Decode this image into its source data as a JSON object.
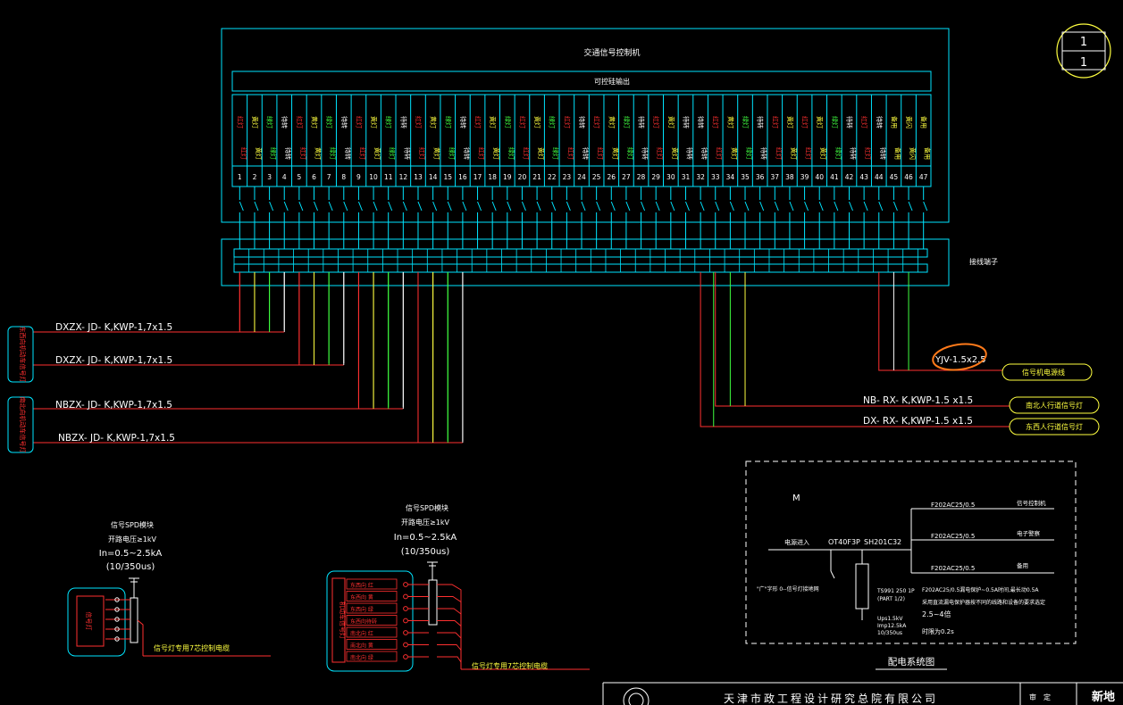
{
  "controller": {
    "title": "交通信号控制机",
    "output_label": "可控硅输出",
    "terminal_label": "接线端子",
    "channels": [
      {
        "num": "1",
        "label": "红灯",
        "color": "#ff3030"
      },
      {
        "num": "2",
        "label": "黄灯",
        "color": "#ffff40"
      },
      {
        "num": "3",
        "label": "绿灯",
        "color": "#40ff40"
      },
      {
        "num": "4",
        "label": "待转",
        "color": "#ffffff"
      },
      {
        "num": "5",
        "label": "红灯",
        "color": "#ff3030"
      },
      {
        "num": "6",
        "label": "黄灯",
        "color": "#ffff40"
      },
      {
        "num": "7",
        "label": "绿灯",
        "color": "#40ff40"
      },
      {
        "num": "8",
        "label": "待转",
        "color": "#ffffff"
      },
      {
        "num": "9",
        "label": "红灯",
        "color": "#ff3030"
      },
      {
        "num": "10",
        "label": "黄灯",
        "color": "#ffff40"
      },
      {
        "num": "11",
        "label": "绿灯",
        "color": "#40ff40"
      },
      {
        "num": "12",
        "label": "待转",
        "color": "#ffffff"
      },
      {
        "num": "13",
        "label": "红灯",
        "color": "#ff3030"
      },
      {
        "num": "14",
        "label": "黄灯",
        "color": "#ffff40"
      },
      {
        "num": "15",
        "label": "绿灯",
        "color": "#40ff40"
      },
      {
        "num": "16",
        "label": "待转",
        "color": "#ffffff"
      },
      {
        "num": "17",
        "label": "红灯",
        "color": "#ff3030"
      },
      {
        "num": "18",
        "label": "黄灯",
        "color": "#ffff40"
      },
      {
        "num": "19",
        "label": "绿灯",
        "color": "#40ff40"
      },
      {
        "num": "20",
        "label": "红灯",
        "color": "#ff3030"
      },
      {
        "num": "21",
        "label": "黄灯",
        "color": "#ffff40"
      },
      {
        "num": "22",
        "label": "绿灯",
        "color": "#40ff40"
      },
      {
        "num": "23",
        "label": "红灯",
        "color": "#ff3030"
      },
      {
        "num": "24",
        "label": "待转",
        "color": "#ffffff"
      },
      {
        "num": "25",
        "label": "红灯",
        "color": "#ff3030"
      },
      {
        "num": "26",
        "label": "黄灯",
        "color": "#ffff40"
      },
      {
        "num": "27",
        "label": "绿灯",
        "color": "#40ff40"
      },
      {
        "num": "28",
        "label": "待转",
        "color": "#ffffff"
      },
      {
        "num": "29",
        "label": "红灯",
        "color": "#ff3030"
      },
      {
        "num": "30",
        "label": "黄灯",
        "color": "#ffff40"
      },
      {
        "num": "31",
        "label": "待转",
        "color": "#ffffff"
      },
      {
        "num": "32",
        "label": "待转",
        "color": "#ffffff"
      },
      {
        "num": "33",
        "label": "红灯",
        "color": "#ff3030"
      },
      {
        "num": "34",
        "label": "黄灯",
        "color": "#ffff40"
      },
      {
        "num": "35",
        "label": "绿灯",
        "color": "#40ff40"
      },
      {
        "num": "36",
        "label": "待转",
        "color": "#ffffff"
      },
      {
        "num": "37",
        "label": "红灯",
        "color": "#ff3030"
      },
      {
        "num": "38",
        "label": "黄灯",
        "color": "#ffff40"
      },
      {
        "num": "39",
        "label": "红灯",
        "color": "#ff3030"
      },
      {
        "num": "40",
        "label": "黄灯",
        "color": "#ffff40"
      },
      {
        "num": "41",
        "label": "绿灯",
        "color": "#40ff40"
      },
      {
        "num": "42",
        "label": "待转",
        "color": "#ffffff"
      },
      {
        "num": "43",
        "label": "红灯",
        "color": "#ff3030"
      },
      {
        "num": "44",
        "label": "待转",
        "color": "#ffffff"
      },
      {
        "num": "45",
        "label": "备用",
        "color": "#ffff40"
      },
      {
        "num": "46",
        "label": "黄闪",
        "color": "#ffff40"
      },
      {
        "num": "47",
        "label": "备用",
        "color": "#ffff40"
      }
    ]
  },
  "cables_left": [
    {
      "label": "DXZX- JD- K,KWP-1,7x1.5"
    },
    {
      "label": "DXZX- JD- K,KWP-1,7x1.5"
    },
    {
      "label": "NBZX- JD- K,KWP-1,7x1.5"
    },
    {
      "label": "NBZX- JD- K,KWP-1,7x1.5"
    }
  ],
  "left_boxes": [
    {
      "label": "东西向机动车信号灯"
    },
    {
      "label": "南北向机动车信号灯"
    }
  ],
  "cables_right": [
    {
      "label": "YJV-1.5x2.5"
    },
    {
      "label": "NB- RX- K,KWP-1.5 x1.5"
    },
    {
      "label": "DX- RX- K,KWP-1.5 x1.5"
    }
  ],
  "right_pills": [
    {
      "label": "信号机电源线"
    },
    {
      "label": "南北人行道信号灯"
    },
    {
      "label": "东西人行道信号灯"
    }
  ],
  "sheet_circle": {
    "top": "1",
    "bottom": "1"
  },
  "spd_small": {
    "title": "信号SPD模块",
    "line1": "开路电压≥1kV",
    "line2": "In=0.5~2.5kA",
    "line3": "(10/350us)",
    "box_label": "信号灯",
    "cable": "信号灯专用7芯控制电缆"
  },
  "spd_large": {
    "title": "信号SPD模块",
    "line1": "开路电压≥1kV",
    "line2": "In=0.5~2.5kA",
    "line3": "(10/350us)",
    "box_label": "机动车信号灯",
    "rows": [
      "东西向 红",
      "东西向 黄",
      "东西向 绿",
      "东西向待转",
      "南北向 红",
      "南北向 黄",
      "南北向 绿"
    ],
    "cable": "信号灯专用7芯控制电缆"
  },
  "power_system": {
    "title": "配电系统图",
    "m_label": "M",
    "incoming": "电源进入",
    "main_breaker": "OT40F3P",
    "breaker2": "SH201C32",
    "spd_spec1": "TS991 250 1P",
    "spd_spec2": "(PART 1/2)",
    "spd_spec3": "Ups1.5kV",
    "spd_spec4": "Imp12.5kA",
    "spd_spec5": "10/350us",
    "note_left": "\"广\"字形 0--信号灯接地网",
    "branches": [
      {
        "breaker": "F202AC25/0.5",
        "load": "信号控制机"
      },
      {
        "breaker": "F202AC25/0.5",
        "load": "电子警察"
      },
      {
        "breaker": "F202AC25/0.5",
        "load": "备用"
      }
    ],
    "note1": "F202AC25/0.5漏电保护~0.5A时间,最长动0.5A",
    "note2": "采用直流漏电保护器按不同的线路和设备的要求选定",
    "note3": "2.5~4倍",
    "note4": "时限为0.2s"
  },
  "titleblock": {
    "company": "天津市政工程设计研究总院有限公司",
    "review": "审　定",
    "stamp": "新地"
  },
  "colors": {
    "frame": "#00e5ff",
    "red": "#ff3030",
    "yellow": "#ffff40",
    "green": "#40ff40",
    "white": "#ffffff",
    "orange": "#ff7a1a"
  }
}
